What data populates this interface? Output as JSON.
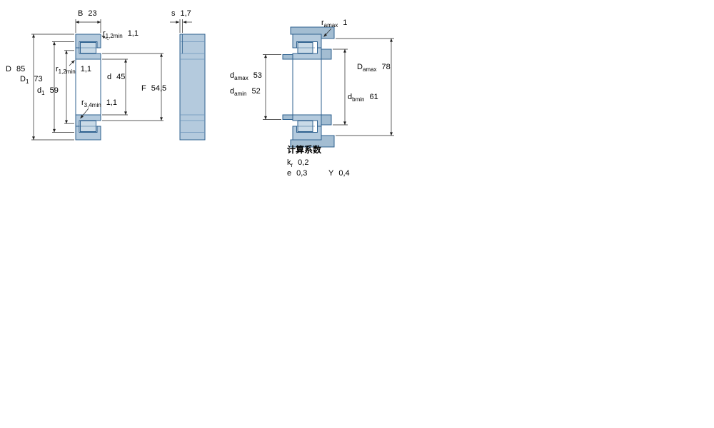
{
  "drawing": {
    "type": "bearing-technical-drawing",
    "views": {
      "left": "cross-section",
      "middle": "side-section",
      "right": "mounting-abutment"
    }
  },
  "colors": {
    "ring_fill": "#b4cadd",
    "roller_fill": "#c9dae7",
    "abutment_fill": "#a3bdd2",
    "outline": "#2f618f",
    "dimension_line": "#222222",
    "background": "#ffffff"
  },
  "dims": {
    "B": {
      "main": "B",
      "sub": "",
      "value": "23"
    },
    "s": {
      "main": "s",
      "sub": "",
      "value": "1,7"
    },
    "r12_top": {
      "main": "r",
      "sub": "1,2min",
      "value": "1,1"
    },
    "D": {
      "main": "D",
      "sub": "",
      "value": "85"
    },
    "r12_left": {
      "main": "r",
      "sub": "1,2min",
      "value": "1,1"
    },
    "D1": {
      "main": "D",
      "sub": "1",
      "value": "73"
    },
    "d": {
      "main": "d",
      "sub": "",
      "value": "45"
    },
    "d1": {
      "main": "d",
      "sub": "1",
      "value": "59"
    },
    "F": {
      "main": "F",
      "sub": "",
      "value": "54,5"
    },
    "r34": {
      "main": "r",
      "sub": "3,4min",
      "value": "1,1"
    },
    "r_amax": {
      "main": "r",
      "sub": "amax",
      "value": "1"
    },
    "da_max": {
      "main": "d",
      "sub": "amax",
      "value": "53"
    },
    "da_min": {
      "main": "d",
      "sub": "amin",
      "value": "52"
    },
    "db_min": {
      "main": "d",
      "sub": "bmin",
      "value": "61"
    },
    "Da_max": {
      "main": "D",
      "sub": "amax",
      "value": "78"
    }
  },
  "factors": {
    "heading": "计算系数",
    "kr": {
      "main": "k",
      "sub": "r",
      "value": "0,2"
    },
    "e": {
      "main": "e",
      "sub": "",
      "value": "0,3"
    },
    "Y": {
      "main": "Y",
      "sub": "",
      "value": "0,4"
    }
  }
}
